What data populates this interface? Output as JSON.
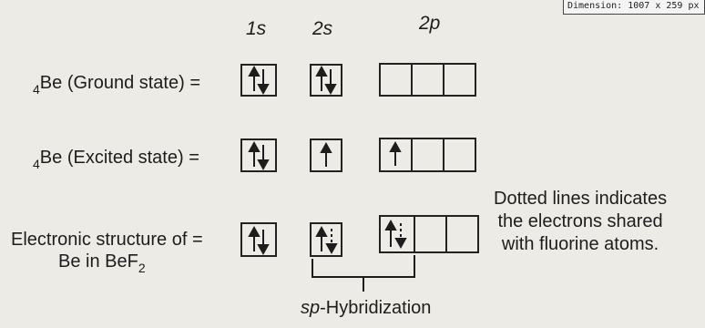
{
  "watermark": "Dimension: 1007 x 259 px",
  "orbital_headers": {
    "s1": "1s",
    "s2": "2s",
    "p2": "2p"
  },
  "rows": {
    "ground": {
      "prefix": "4",
      "text": "Be (Ground state) ="
    },
    "excited": {
      "prefix": "4",
      "text": "Be (Excited state) ="
    },
    "bef2": {
      "line1": "Electronic structure of =",
      "line2_main": "Be in BeF",
      "line2_sub": "2"
    }
  },
  "note": {
    "line1": "Dotted lines indicates",
    "line2": "the electrons shared",
    "line3": "with fluorine atoms."
  },
  "hybrid": {
    "italic": "sp",
    "rest": "-Hybridization"
  },
  "colors": {
    "background": "#ecebe6",
    "ink": "#1d1d1d"
  }
}
